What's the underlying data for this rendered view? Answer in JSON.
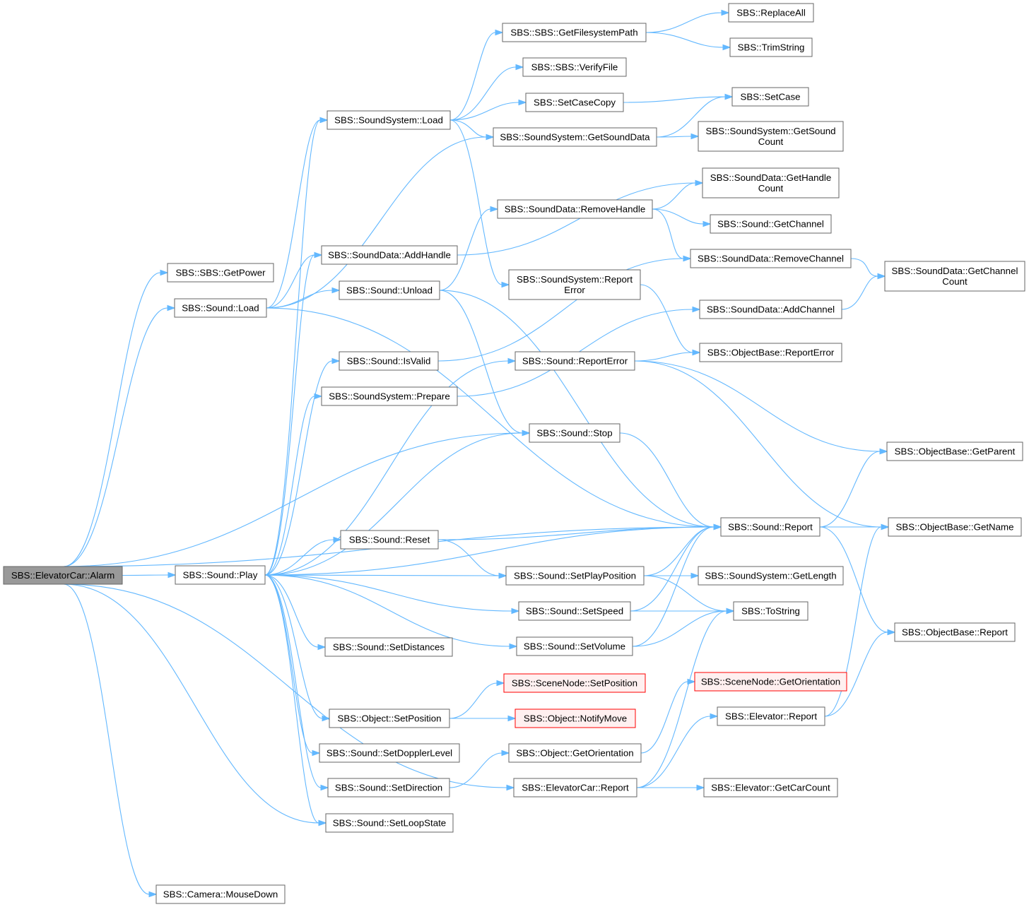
{
  "graph": {
    "nodes": [
      {
        "id": "alarm",
        "lines": [
          "SBS::ElevatorCar::Alarm"
        ],
        "style": "root"
      },
      {
        "id": "getpower",
        "lines": [
          "SBS::SBS::GetPower"
        ]
      },
      {
        "id": "soundload",
        "lines": [
          "SBS::Sound::Load"
        ]
      },
      {
        "id": "play",
        "lines": [
          "SBS::Sound::Play"
        ]
      },
      {
        "id": "setloop",
        "lines": [
          "SBS::Sound::SetLoopState"
        ]
      },
      {
        "id": "mousedown",
        "lines": [
          "SBS::Camera::MouseDown"
        ]
      },
      {
        "id": "sysload",
        "lines": [
          "SBS::SoundSystem::Load"
        ]
      },
      {
        "id": "addhandle",
        "lines": [
          "SBS::SoundData::AddHandle"
        ]
      },
      {
        "id": "unload",
        "lines": [
          "SBS::Sound::Unload"
        ]
      },
      {
        "id": "isvalid",
        "lines": [
          "SBS::Sound::IsValid"
        ]
      },
      {
        "id": "prepare",
        "lines": [
          "SBS::SoundSystem::Prepare"
        ]
      },
      {
        "id": "reset",
        "lines": [
          "SBS::Sound::Reset"
        ]
      },
      {
        "id": "setdist",
        "lines": [
          "SBS::Sound::SetDistances"
        ]
      },
      {
        "id": "objsetpos",
        "lines": [
          "SBS::Object::SetPosition"
        ]
      },
      {
        "id": "doppler",
        "lines": [
          "SBS::Sound::SetDopplerLevel"
        ]
      },
      {
        "id": "setdir",
        "lines": [
          "SBS::Sound::SetDirection"
        ]
      },
      {
        "id": "getfs",
        "lines": [
          "SBS::SBS::GetFilesystemPath"
        ]
      },
      {
        "id": "verify",
        "lines": [
          "SBS::SBS::VerifyFile"
        ]
      },
      {
        "id": "setcasecopy",
        "lines": [
          "SBS::SetCaseCopy"
        ]
      },
      {
        "id": "getsounddata",
        "lines": [
          "SBS::SoundSystem::GetSoundData"
        ]
      },
      {
        "id": "removehandle",
        "lines": [
          "SBS::SoundData::RemoveHandle"
        ]
      },
      {
        "id": "sysreporterr",
        "lines": [
          "SBS::SoundSystem::Report",
          "Error"
        ]
      },
      {
        "id": "sndreporterr",
        "lines": [
          "SBS::Sound::ReportError"
        ]
      },
      {
        "id": "stop",
        "lines": [
          "SBS::Sound::Stop"
        ]
      },
      {
        "id": "setplaypos",
        "lines": [
          "SBS::Sound::SetPlayPosition"
        ]
      },
      {
        "id": "setspeed",
        "lines": [
          "SBS::Sound::SetSpeed"
        ]
      },
      {
        "id": "setvolume",
        "lines": [
          "SBS::Sound::SetVolume"
        ]
      },
      {
        "id": "scenesetpos",
        "lines": [
          "SBS::SceneNode::SetPosition"
        ],
        "style": "trunc"
      },
      {
        "id": "notifymove",
        "lines": [
          "SBS::Object::NotifyMove"
        ],
        "style": "trunc"
      },
      {
        "id": "objgetorient",
        "lines": [
          "SBS::Object::GetOrientation"
        ]
      },
      {
        "id": "carreport",
        "lines": [
          "SBS::ElevatorCar::Report"
        ]
      },
      {
        "id": "replaceall",
        "lines": [
          "SBS::ReplaceAll"
        ]
      },
      {
        "id": "trimstring",
        "lines": [
          "SBS::TrimString"
        ]
      },
      {
        "id": "setcase",
        "lines": [
          "SBS::SetCase"
        ]
      },
      {
        "id": "getsoundcount",
        "lines": [
          "SBS::SoundSystem::GetSound",
          "Count"
        ]
      },
      {
        "id": "gethandlecount",
        "lines": [
          "SBS::SoundData::GetHandle",
          "Count"
        ]
      },
      {
        "id": "getchannel",
        "lines": [
          "SBS::Sound::GetChannel"
        ]
      },
      {
        "id": "removechannel",
        "lines": [
          "SBS::SoundData::RemoveChannel"
        ]
      },
      {
        "id": "addchannel",
        "lines": [
          "SBS::SoundData::AddChannel"
        ]
      },
      {
        "id": "objreporterr",
        "lines": [
          "SBS::ObjectBase::ReportError"
        ]
      },
      {
        "id": "sndreport",
        "lines": [
          "SBS::Sound::Report"
        ]
      },
      {
        "id": "getlength",
        "lines": [
          "SBS::SoundSystem::GetLength"
        ]
      },
      {
        "id": "tostring",
        "lines": [
          "SBS::ToString"
        ]
      },
      {
        "id": "scenegetorient",
        "lines": [
          "SBS::SceneNode::GetOrientation"
        ],
        "style": "trunc"
      },
      {
        "id": "elevreport",
        "lines": [
          "SBS::Elevator::Report"
        ]
      },
      {
        "id": "getcarcount",
        "lines": [
          "SBS::Elevator::GetCarCount"
        ]
      },
      {
        "id": "getchannelcount",
        "lines": [
          "SBS::SoundData::GetChannel",
          "Count"
        ]
      },
      {
        "id": "getparent",
        "lines": [
          "SBS::ObjectBase::GetParent"
        ]
      },
      {
        "id": "getname",
        "lines": [
          "SBS::ObjectBase::GetName"
        ]
      },
      {
        "id": "objreport",
        "lines": [
          "SBS::ObjectBase::Report"
        ]
      }
    ],
    "edges": [
      [
        "alarm",
        "getpower"
      ],
      [
        "alarm",
        "soundload"
      ],
      [
        "alarm",
        "play"
      ],
      [
        "alarm",
        "setloop"
      ],
      [
        "alarm",
        "mousedown"
      ],
      [
        "alarm",
        "stop"
      ],
      [
        "alarm",
        "sndreport"
      ],
      [
        "alarm",
        "carreport"
      ],
      [
        "soundload",
        "sysload"
      ],
      [
        "soundload",
        "addhandle"
      ],
      [
        "soundload",
        "unload"
      ],
      [
        "soundload",
        "getsounddata"
      ],
      [
        "soundload",
        "sndreport"
      ],
      [
        "play",
        "sysload"
      ],
      [
        "play",
        "addhandle"
      ],
      [
        "play",
        "isvalid"
      ],
      [
        "play",
        "prepare"
      ],
      [
        "play",
        "reset"
      ],
      [
        "play",
        "setdist"
      ],
      [
        "play",
        "objsetpos"
      ],
      [
        "play",
        "doppler"
      ],
      [
        "play",
        "setdir"
      ],
      [
        "play",
        "setloop"
      ],
      [
        "play",
        "sndreporterr"
      ],
      [
        "play",
        "stop"
      ],
      [
        "play",
        "setplaypos"
      ],
      [
        "play",
        "setspeed"
      ],
      [
        "play",
        "setvolume"
      ],
      [
        "play",
        "sndreport"
      ],
      [
        "sysload",
        "getfs"
      ],
      [
        "sysload",
        "verify"
      ],
      [
        "sysload",
        "setcasecopy"
      ],
      [
        "sysload",
        "getsounddata"
      ],
      [
        "sysload",
        "sysreporterr"
      ],
      [
        "getfs",
        "replaceall"
      ],
      [
        "getfs",
        "trimstring"
      ],
      [
        "setcasecopy",
        "setcase"
      ],
      [
        "getsounddata",
        "setcase"
      ],
      [
        "getsounddata",
        "getsoundcount"
      ],
      [
        "addhandle",
        "gethandlecount"
      ],
      [
        "unload",
        "removehandle"
      ],
      [
        "unload",
        "stop"
      ],
      [
        "unload",
        "sndreport"
      ],
      [
        "removehandle",
        "gethandlecount"
      ],
      [
        "removehandle",
        "getchannel"
      ],
      [
        "removehandle",
        "removechannel"
      ],
      [
        "removechannel",
        "getchannelcount"
      ],
      [
        "addchannel",
        "getchannelcount"
      ],
      [
        "isvalid",
        "removechannel"
      ],
      [
        "prepare",
        "addchannel"
      ],
      [
        "sysreporterr",
        "objreporterr"
      ],
      [
        "sndreporterr",
        "objreporterr"
      ],
      [
        "sndreporterr",
        "getparent"
      ],
      [
        "sndreporterr",
        "getname"
      ],
      [
        "stop",
        "sndreport"
      ],
      [
        "reset",
        "sndreport"
      ],
      [
        "reset",
        "setplaypos"
      ],
      [
        "setplaypos",
        "sndreport"
      ],
      [
        "setplaypos",
        "getlength"
      ],
      [
        "setplaypos",
        "tostring"
      ],
      [
        "setspeed",
        "sndreport"
      ],
      [
        "setspeed",
        "tostring"
      ],
      [
        "setvolume",
        "sndreport"
      ],
      [
        "setvolume",
        "tostring"
      ],
      [
        "sndreport",
        "getparent"
      ],
      [
        "sndreport",
        "getname"
      ],
      [
        "sndreport",
        "objreport"
      ],
      [
        "objsetpos",
        "scenesetpos"
      ],
      [
        "objsetpos",
        "notifymove"
      ],
      [
        "setdir",
        "objgetorient"
      ],
      [
        "objgetorient",
        "scenegetorient"
      ],
      [
        "carreport",
        "elevreport"
      ],
      [
        "carreport",
        "getcarcount"
      ],
      [
        "carreport",
        "tostring"
      ],
      [
        "elevreport",
        "getname"
      ],
      [
        "elevreport",
        "objreport"
      ]
    ]
  }
}
